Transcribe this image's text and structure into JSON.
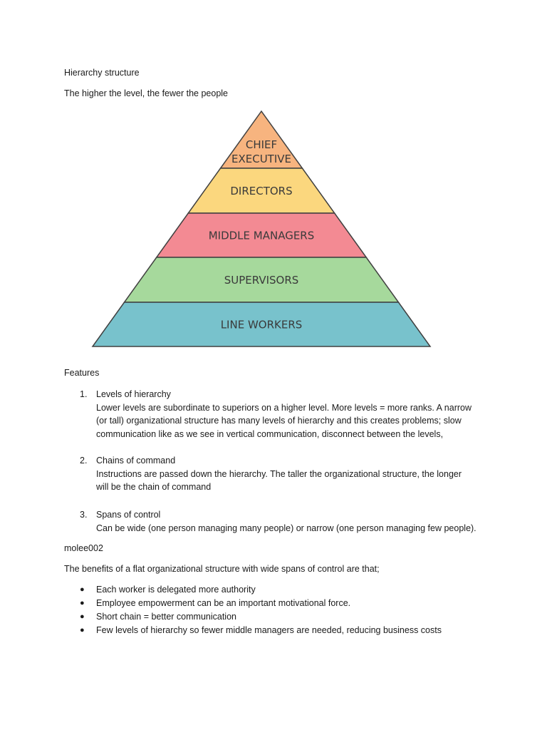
{
  "doc": {
    "title": "Hierarchy structure",
    "subtitle": "The higher the level, the fewer the people"
  },
  "pyramid": {
    "layers": [
      {
        "lines": [
          "CHIEF",
          "EXECUTIVE"
        ],
        "color": "#F7B47F"
      },
      {
        "lines": [
          "DIRECTORS"
        ],
        "color": "#FBD77E"
      },
      {
        "lines": [
          "MIDDLE MANAGERS"
        ],
        "color": "#F38A93"
      },
      {
        "lines": [
          "SUPERVISORS"
        ],
        "color": "#A6D99C"
      },
      {
        "lines": [
          "LINE WORKERS"
        ],
        "color": "#78C2CC"
      }
    ],
    "outline_color": "#404040"
  },
  "features": {
    "heading": "Features",
    "items": [
      {
        "number": "1.",
        "title": "Levels of hierarchy",
        "body": [
          "Lower levels are subordinate to superiors on a higher level. More levels = more ranks. A narrow",
          "(or tall) organizational structure has many levels of hierarchy and this creates problems; slow",
          "communication like as we see in vertical communication, disconnect between the levels,"
        ]
      },
      {
        "number": "2.",
        "title": "Chains of command",
        "body": [
          "Instructions are passed down the hierarchy. The taller the organizational structure, the longer",
          "will be the chain of command"
        ]
      },
      {
        "number": "3.",
        "title": "Spans of control",
        "body": [
          "Can be wide (one person managing many people) or narrow (one person managing few people)."
        ]
      }
    ]
  },
  "author": "molee002",
  "benefits": {
    "intro": "The benefits of a flat organizational structure with wide spans of control are that;",
    "bullet_symbol": "●",
    "items": [
      "Each worker is delegated more authority",
      "Employee empowerment can be an important motivational force.",
      "Short chain = better communication",
      "Few levels of hierarchy so fewer middle managers are needed, reducing business costs"
    ]
  }
}
